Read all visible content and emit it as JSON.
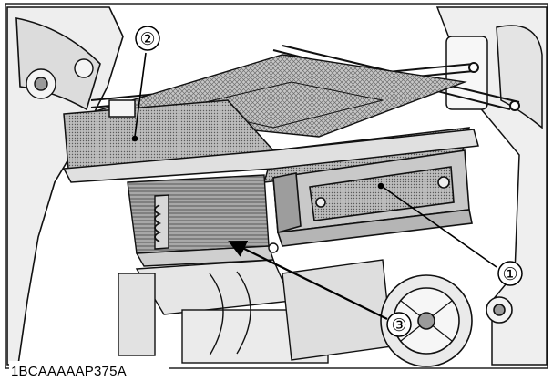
{
  "figure": {
    "code": "1BCAAAAAP375A",
    "callouts": [
      {
        "number": "①"
      },
      {
        "number": "②"
      },
      {
        "number": "③"
      }
    ],
    "colors": {
      "line": "#111111",
      "mesh": "#8a8a8a",
      "panel_dark": "#9a9a9a",
      "panel_light": "#d4d4d4",
      "background": "#ffffff"
    }
  }
}
